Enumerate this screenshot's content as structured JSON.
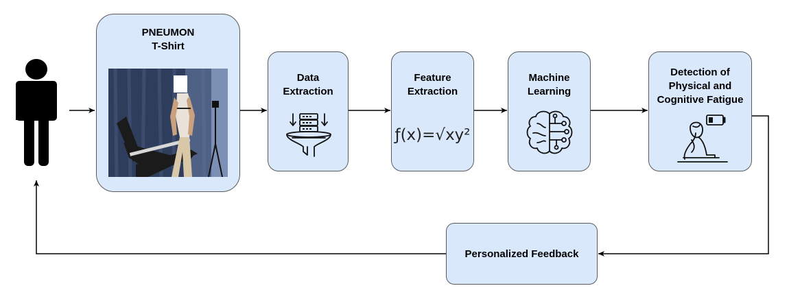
{
  "nodes": {
    "tshirt": {
      "title": "PNEUMON\nT-Shirt"
    },
    "data_extraction": {
      "title": "Data\nExtraction"
    },
    "feature_extraction": {
      "title": "Feature\nExtraction",
      "formula": "ƒ(x)=√xy²"
    },
    "machine_learning": {
      "title": "Machine\nLearning"
    },
    "fatigue_detection": {
      "title": "Detection of\nPhysical and\nCognitive Fatigue"
    },
    "feedback": {
      "title": "Personalized Feedback"
    }
  },
  "colors": {
    "node_fill": "#dae8fc",
    "node_border": "#5a5a5a",
    "arrow": "#000000"
  },
  "icons": {
    "person": "person-icon",
    "photo": "treadmill-photo",
    "data": "database-funnel-icon",
    "ml": "brain-circuit-icon",
    "fatigue": "tired-person-low-battery-icon"
  }
}
